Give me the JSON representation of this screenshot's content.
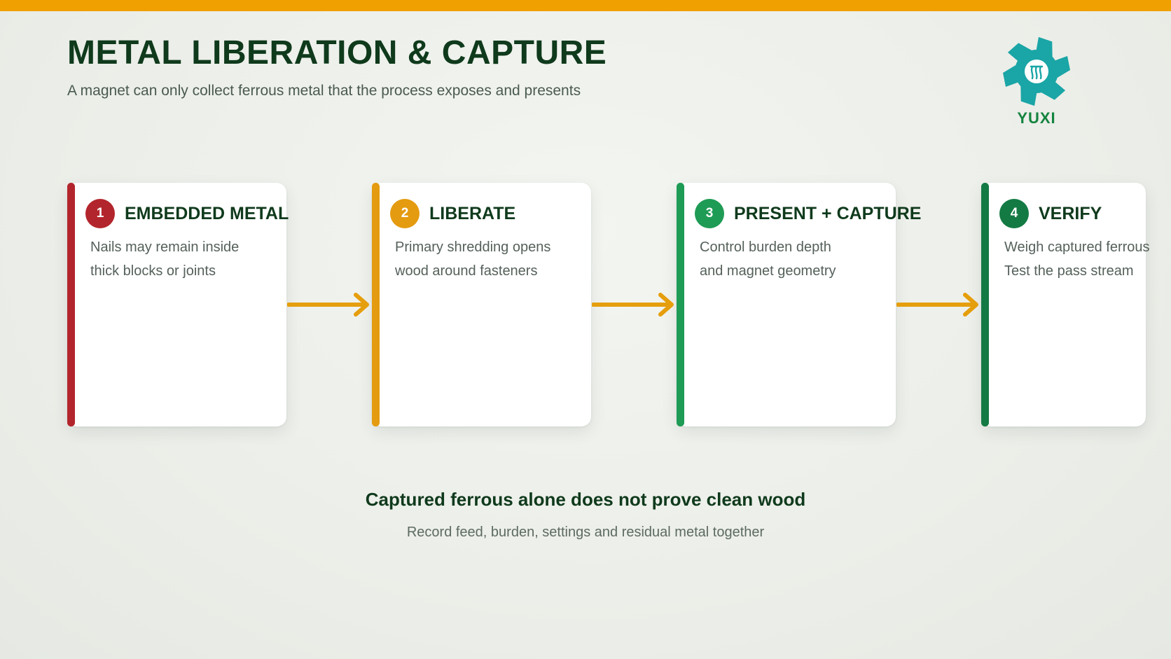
{
  "colors": {
    "top_bar": "#f0a000",
    "arrow": "#e59e0c",
    "logo_teal": "#1aa5a6",
    "logo_text": "#14843f",
    "step_red": "#b3252c",
    "step_amber": "#e49b0f",
    "step_green": "#1e9b55",
    "step_dark_green": "#137a43"
  },
  "header": {
    "title": "METAL LIBERATION & CAPTURE",
    "subtitle": "A magnet can only collect ferrous metal that the process exposes and presents"
  },
  "logo": {
    "icon": "gear-logo-icon",
    "text": "YUXI"
  },
  "steps": [
    {
      "number": "1",
      "title": "EMBEDDED METAL",
      "lines": [
        "Nails may remain inside",
        "thick blocks or joints"
      ],
      "color": "#b3252c"
    },
    {
      "number": "2",
      "title": "LIBERATE",
      "lines": [
        "Primary shredding opens",
        "wood around fasteners"
      ],
      "color": "#e49b0f"
    },
    {
      "number": "3",
      "title": "PRESENT + CAPTURE",
      "lines": [
        "Control burden depth",
        "and magnet geometry"
      ],
      "color": "#1e9b55"
    },
    {
      "number": "4",
      "title": "VERIFY",
      "lines": [
        "Weigh captured ferrous",
        "Test the pass stream"
      ],
      "color": "#137a43"
    }
  ],
  "footer": {
    "title": "Captured ferrous alone does not prove clean wood",
    "subtitle": "Record feed, burden, settings and residual metal together"
  }
}
